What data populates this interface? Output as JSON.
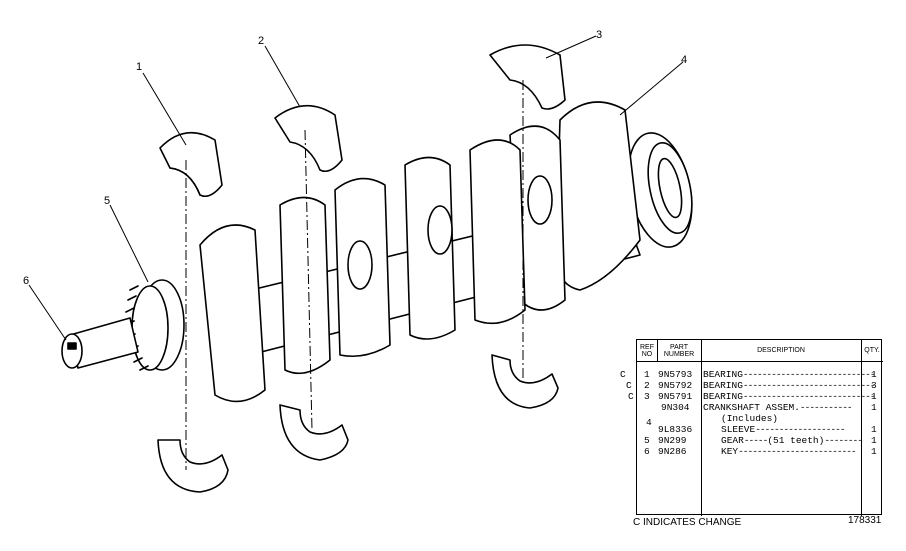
{
  "callouts": [
    "1",
    "2",
    "3",
    "4",
    "5",
    "6"
  ],
  "table": {
    "headers": {
      "ref": [
        "REF",
        "NO"
      ],
      "part": [
        "PART",
        "NUMBER"
      ],
      "desc": "DESCRIPTION",
      "qty": "QTY."
    },
    "rows": [
      {
        "change": "C",
        "ref": "1",
        "part": "9N5793",
        "desc": "BEARING",
        "qty": "1"
      },
      {
        "change": "C",
        "ref": "2",
        "part": "9N5792",
        "desc": "BEARING",
        "qty": "3"
      },
      {
        "change": "C",
        "ref": "3",
        "part": "9N5791",
        "desc": "BEARING",
        "qty": "1"
      },
      {
        "change": "",
        "ref": "",
        "part": "9N304",
        "desc": "CRANKSHAFT ASSEM.",
        "qty": "1"
      },
      {
        "change": "",
        "ref": "4",
        "part": "",
        "desc": "(Includes)",
        "qty": ""
      },
      {
        "change": "",
        "ref": "",
        "part": "9L8336",
        "desc": "SLEEVE",
        "qty": "1"
      },
      {
        "change": "",
        "ref": "5",
        "part": "9N299",
        "desc": "GEAR",
        "note": "(51 teeth)",
        "qty": "1"
      },
      {
        "change": "",
        "ref": "6",
        "part": "9N286",
        "desc": "KEY",
        "qty": "1"
      }
    ]
  },
  "footer": {
    "legend": "C INDICATES CHANGE",
    "illustration_no": "178331"
  }
}
